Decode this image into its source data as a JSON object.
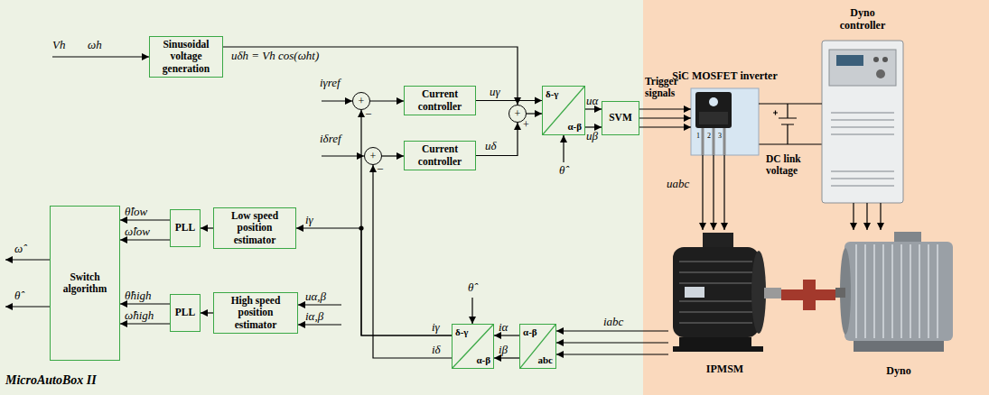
{
  "diagram": {
    "nodes": [
      {
        "text": [
          "MicroAutoBox II"
        ]
      },
      {
        "text": [
          "Sinusoidal voltage generation"
        ],
        "in": 0
      },
      {
        "text": [
          "+",
          "_"
        ],
        "in": 0
      },
      {
        "text": [
          "+",
          "_"
        ],
        "in": 0
      },
      {
        "text": [
          "Current controller"
        ],
        "in": 0
      },
      {
        "text": [
          "Current controller"
        ],
        "in": 0
      },
      {
        "text": [
          "+",
          "+"
        ],
        "in": 0
      },
      {
        "text": [
          "δ-γ",
          "α-β"
        ],
        "in": 0
      },
      {
        "text": [
          "SVM"
        ],
        "in": 0
      },
      {
        "text": [
          "Switch algorithm"
        ],
        "in": 0
      },
      {
        "text": [
          "PLL"
        ],
        "in": 0
      },
      {
        "text": [
          "Low speed position estimator"
        ],
        "in": 0
      },
      {
        "text": [
          "PLL"
        ],
        "in": 0
      },
      {
        "text": [
          "High speed position estimator"
        ],
        "in": 0
      },
      {
        "text": [
          "δ-γ",
          "α-β"
        ],
        "in": 0
      },
      {
        "text": [
          "α-β",
          "abc"
        ],
        "in": 0
      },
      {
        "text": [
          "SiC MOSFET inverter"
        ]
      },
      {
        "text": [
          "Dyno controller"
        ]
      },
      {
        "text": [
          "IPMSM"
        ]
      },
      {
        "text": [
          "Dyno"
        ]
      }
    ],
    "edges": [
      {
        "from": 1,
        "to": 6,
        "arrow": "to",
        "label": "uδh = Vh cos(ωht)"
      },
      {
        "from": 2,
        "to": 4,
        "arrow": "to"
      },
      {
        "from": 3,
        "to": 5,
        "arrow": "to"
      },
      {
        "from": 4,
        "to": 7,
        "arrow": "to",
        "label": "uγ"
      },
      {
        "from": 5,
        "to": 6,
        "arrow": "to",
        "label": "uδ"
      },
      {
        "from": 6,
        "to": 7,
        "arrow": "to"
      },
      {
        "from": 7,
        "to": 8,
        "arrow": "to",
        "label": "uα"
      },
      {
        "from": 7,
        "to": 8,
        "arrow": "to",
        "label": "uβ"
      },
      {
        "from": 8,
        "to": 16,
        "arrow": "to",
        "label": "Trigger signals"
      },
      {
        "from": 8,
        "to": 16,
        "arrow": "to"
      },
      {
        "from": 8,
        "to": 16,
        "arrow": "to"
      },
      {
        "from": 16,
        "to": 18,
        "arrow": "to",
        "label": "uabc"
      },
      {
        "from": 16,
        "to": 18,
        "arrow": "to"
      },
      {
        "from": 16,
        "to": 18,
        "arrow": "to"
      },
      {
        "from": 18,
        "to": 15,
        "arrow": "to",
        "label": "iabc"
      },
      {
        "from": 18,
        "to": 15,
        "arrow": "to"
      },
      {
        "from": 18,
        "to": 15,
        "arrow": "to"
      },
      {
        "from": 15,
        "to": 14,
        "arrow": "to",
        "label": "iα"
      },
      {
        "from": 15,
        "to": 14,
        "arrow": "to",
        "label": "iβ"
      },
      {
        "from": 14,
        "to": 2,
        "arrow": "to",
        "label": "iγ"
      },
      {
        "from": 14,
        "to": 11,
        "arrow": "to",
        "label": "iγ"
      },
      {
        "from": 14,
        "to": 3,
        "arrow": "to",
        "label": "iδ"
      },
      {
        "from": 11,
        "to": 10,
        "arrow": "to"
      },
      {
        "from": 10,
        "to": 9,
        "arrow": "to",
        "label": "θ̂low"
      },
      {
        "from": 10,
        "to": 9,
        "arrow": "to",
        "label": "ω̂low"
      },
      {
        "from": 13,
        "to": 12,
        "arrow": "to"
      },
      {
        "from": 12,
        "to": 9,
        "arrow": "to",
        "label": "θ̂high"
      },
      {
        "from": 12,
        "to": 9,
        "arrow": "to",
        "label": "ω̂high"
      },
      {
        "from": 16,
        "to": 17,
        "arrow": "none"
      },
      {
        "from": 17,
        "to": 19,
        "arrow": "to"
      },
      {
        "from": 17,
        "to": 19,
        "arrow": "to"
      },
      {
        "from": 17,
        "to": 19,
        "arrow": "to"
      },
      {
        "from": 18,
        "to": 19,
        "arrow": "none"
      }
    ],
    "labels": [
      "Vh",
      "ωh",
      "iγref",
      "iδref",
      "θ̂",
      "θ̂",
      "uα,β",
      "iα,β",
      "ω̂",
      "θ̂",
      "DC link voltage",
      "1",
      "2",
      "3"
    ]
  }
}
